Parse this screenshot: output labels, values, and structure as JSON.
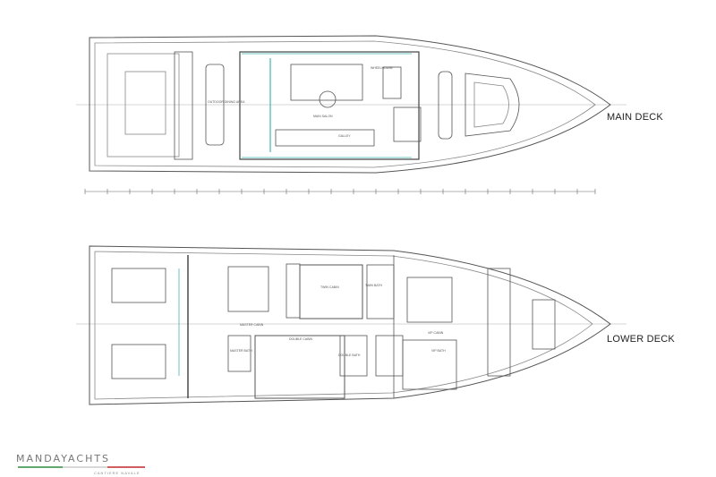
{
  "main_deck": {
    "label": "MAIN DECK",
    "rooms": [
      "OUTDOOR DINING AREA",
      "MAIN SALON",
      "WHEELHOUSE",
      "GALLEY"
    ]
  },
  "lower_deck": {
    "label": "LOWER DECK",
    "rooms": [
      "MASTER CABIN",
      "MASTER BATH",
      "TWIN CABIN",
      "TWIN BATH",
      "DOUBLE CABIN",
      "DOUBLE BATH",
      "VIP CABIN",
      "VIP BATH"
    ]
  },
  "logo": {
    "name": "MANDAYACHTS",
    "sub": "CANTIERE NAVALE"
  },
  "colors": {
    "line": "#555555",
    "glazing": "#3fb8b0",
    "logo_green": "#2e8b3e",
    "logo_red": "#c0282d"
  }
}
